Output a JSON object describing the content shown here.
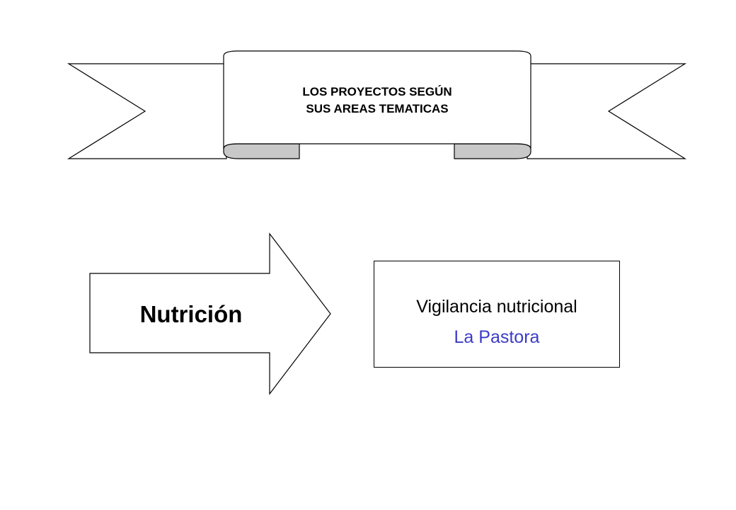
{
  "banner": {
    "title_line1": "LOS PROYECTOS SEGÚN",
    "title_line2": "SUS AREAS TEMATICAS"
  },
  "area": {
    "label": "Nutrición",
    "label_color": "#000000"
  },
  "project": {
    "name": "Vigilancia nutricional",
    "location": "La Pastora",
    "name_color": "#000000",
    "location_color": "#3b3bc9"
  },
  "colors": {
    "stroke": "#000000",
    "fill": "#ffffff",
    "banner_fold": "#c8c8c8"
  }
}
